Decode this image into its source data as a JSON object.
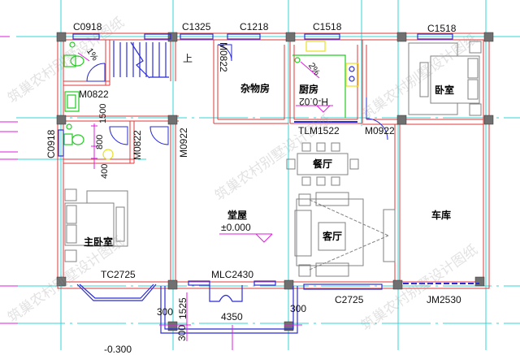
{
  "watermark": "筑巢农村别墅设计图纸",
  "colors": {
    "axis": "#33d6d6",
    "wall": "#e23a3a",
    "window": "#2b2bd6",
    "column": "#707070",
    "dimension": "#e01ee0",
    "fixture": "#22cc22",
    "furniture": "#808080"
  },
  "rooms": {
    "utility": "杂物房",
    "kitchen": "厨房",
    "bedroom": "卧室",
    "dining": "餐厅",
    "hall": "堂屋",
    "living": "客厅",
    "garage": "车库",
    "master_bedroom": "主卧室"
  },
  "elevations": {
    "hall": "±0.000",
    "kitchen": "H-0.02",
    "outside": "-0.300"
  },
  "slopes": {
    "bathroom_top": "1%",
    "kitchen": "2%"
  },
  "stair_label": "上",
  "windows": {
    "w1": "C0918",
    "w2": "C1325",
    "w3": "C1218",
    "w4": "C1518",
    "w5": "C1518",
    "w6": "C0918",
    "w7": "TC2725",
    "w8": "C2725"
  },
  "doors": {
    "d1": "M0822",
    "d2": "M0822",
    "d3": "M0822",
    "d4": "M0922",
    "d5": "M0922",
    "d6": "TLM1522",
    "d7": "MLC2430",
    "d8": "JM2530"
  },
  "dimensions": {
    "bath_h1": "1500",
    "bath_h2": "800",
    "bath_h3": "400",
    "porch_left": "300",
    "porch_depth": "1525",
    "porch_width": "4350",
    "porch_right": "300",
    "porch_bottom": "300"
  }
}
